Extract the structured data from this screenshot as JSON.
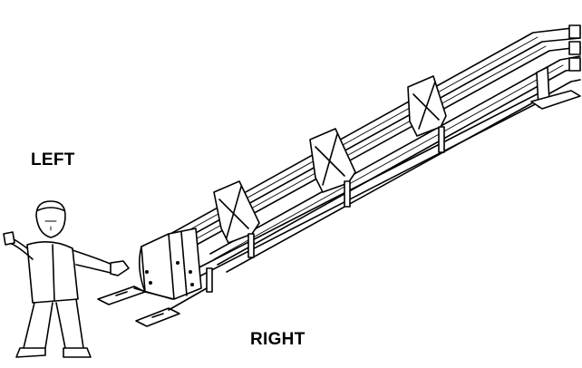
{
  "labels": {
    "left": "LEFT",
    "right": "RIGHT"
  },
  "figure": {
    "person_icon": "person-gesturing-icon",
    "system_icon": "guardrail-end-terminal-illustration"
  }
}
